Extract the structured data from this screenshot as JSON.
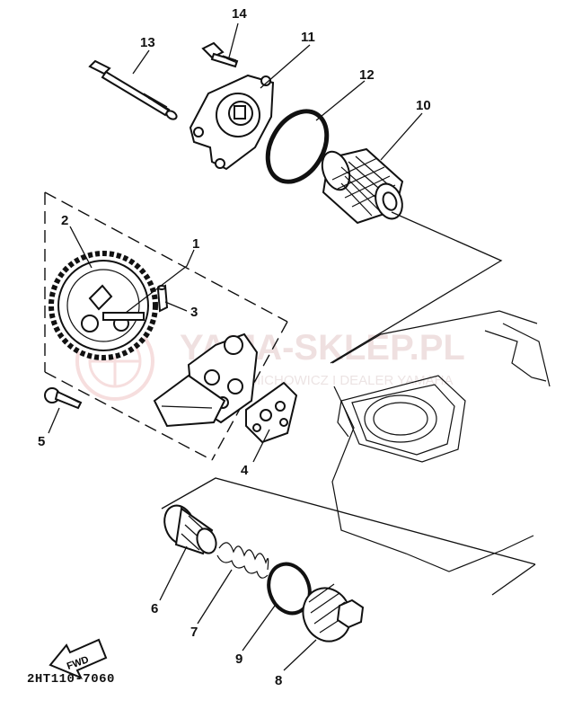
{
  "diagram": {
    "drawing_code": "2HT110-7060",
    "fwd_label": "FWD",
    "watermark": {
      "brand": "YAMA-SKLEP.PL",
      "sub": "ŁUKASZ MICHOWICZ I DEALER YAMAHA"
    },
    "callouts": [
      {
        "id": "1",
        "label": "1"
      },
      {
        "id": "2",
        "label": "2"
      },
      {
        "id": "3",
        "label": "3"
      },
      {
        "id": "4",
        "label": "4"
      },
      {
        "id": "5",
        "label": "5"
      },
      {
        "id": "6",
        "label": "6"
      },
      {
        "id": "7",
        "label": "7"
      },
      {
        "id": "8",
        "label": "8"
      },
      {
        "id": "9",
        "label": "9"
      },
      {
        "id": "10",
        "label": "10"
      },
      {
        "id": "11",
        "label": "11"
      },
      {
        "id": "12",
        "label": "12"
      },
      {
        "id": "13",
        "label": "13"
      },
      {
        "id": "14",
        "label": "14"
      }
    ]
  }
}
